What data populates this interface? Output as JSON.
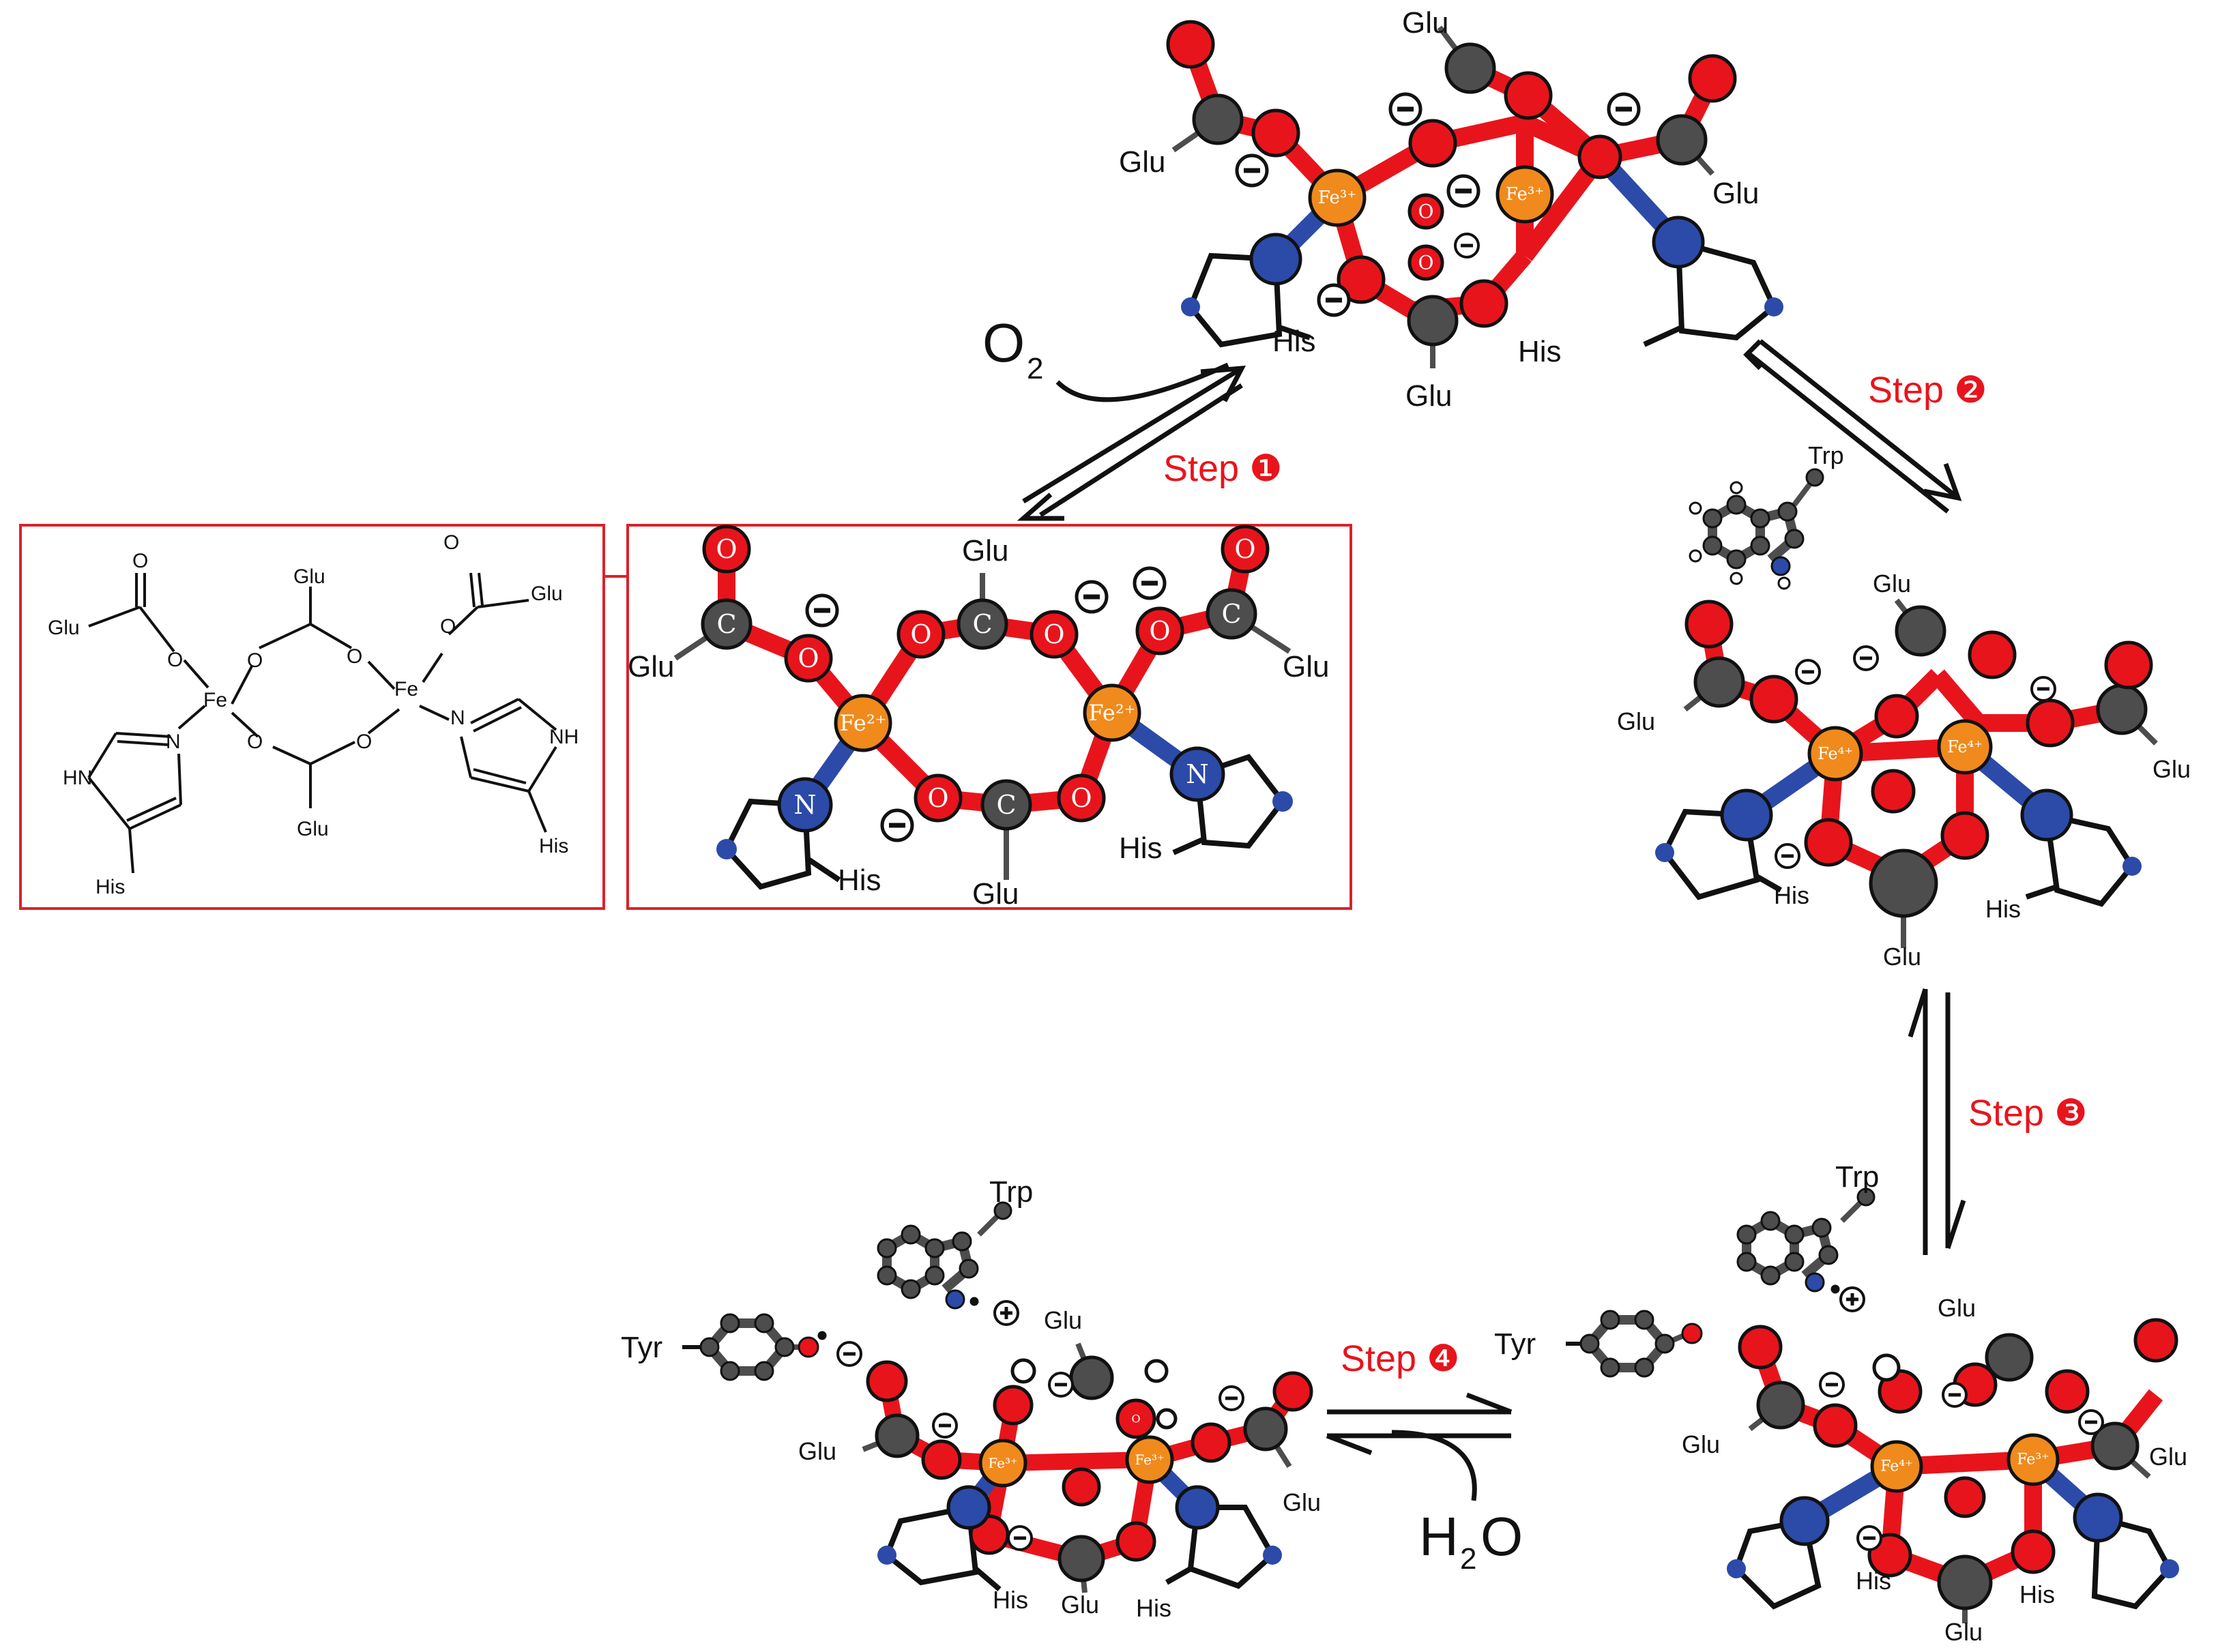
{
  "steps": {
    "step1": "Step ❶",
    "step2": "Step ❷",
    "step3": "Step ❸",
    "step4": "Step ❹"
  },
  "reagents": {
    "o2_main": "O",
    "o2_sub": "2",
    "h2o_pre": "H",
    "h2o_sub": "2",
    "h2o_post": "O"
  },
  "labels": {
    "glu": "Glu",
    "his": "His",
    "trp": "Trp",
    "tyr": "Tyr",
    "fe": "Fe",
    "o": "O",
    "c": "C",
    "n": "N",
    "h": "H",
    "hn": "HN",
    "nh": "NH"
  },
  "oxidation_states": {
    "fe2": "Fe²⁺",
    "fe3": "Fe³⁺",
    "fe4": "Fe⁴⁺"
  },
  "colors": {
    "step_red": "#e8141c",
    "oxygen": "#e8141c",
    "carbon": "#4d4d4d",
    "nitrogen": "#2c4aa8",
    "iron": "#f08a1c",
    "hydrogen": "#ffffff",
    "bond": "#111111",
    "box": "#d9232a"
  }
}
